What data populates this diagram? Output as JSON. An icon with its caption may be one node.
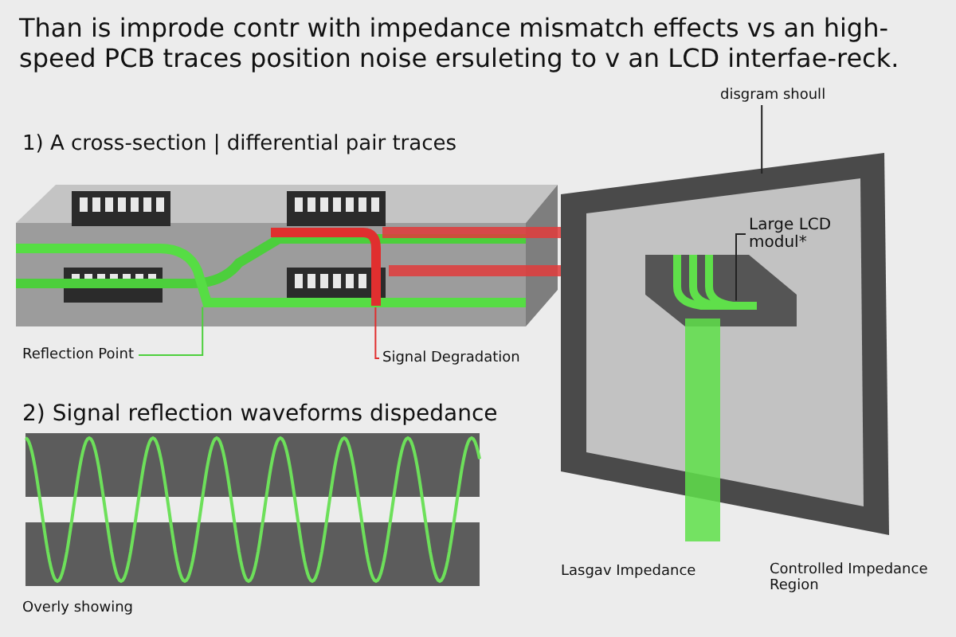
{
  "diagram": {
    "title": "Than is improde contr with impedance mismatch effects vs an high-speed PCB traces position noise ersuleting to v an LCD interfae-reck.",
    "nodes": [
      {
        "text": [
          "Reflection Point"
        ]
      },
      {
        "text": [],
        "shape": "picture"
      },
      {
        "text": [
          "Signal Degradation"
        ]
      },
      {
        "text": [],
        "shape": "picture"
      },
      {
        "text": [
          "disgram shoull"
        ]
      },
      {
        "text": [],
        "shape": "picture"
      },
      {
        "text": [
          "Large LCD modul*"
        ],
        "in": 5
      },
      {
        "text": [],
        "shape": "picture",
        "in": 5
      }
    ],
    "edges": [
      {
        "from": 0,
        "to": 1,
        "arrow": "none",
        "color": "#4ccf3c"
      },
      {
        "from": 2,
        "to": 3,
        "arrow": "none",
        "color": "#e02f2f"
      },
      {
        "from": 4,
        "to": 5,
        "arrow": "none"
      },
      {
        "from": 6,
        "to": 7,
        "arrow": "none"
      }
    ],
    "labels": [
      "1) A cross-section | differential pair traces",
      "2) Signal reflection waveforms dispedance",
      "Overly showing",
      "Lasgav Impedance",
      "Controlled Impedance Region"
    ]
  }
}
